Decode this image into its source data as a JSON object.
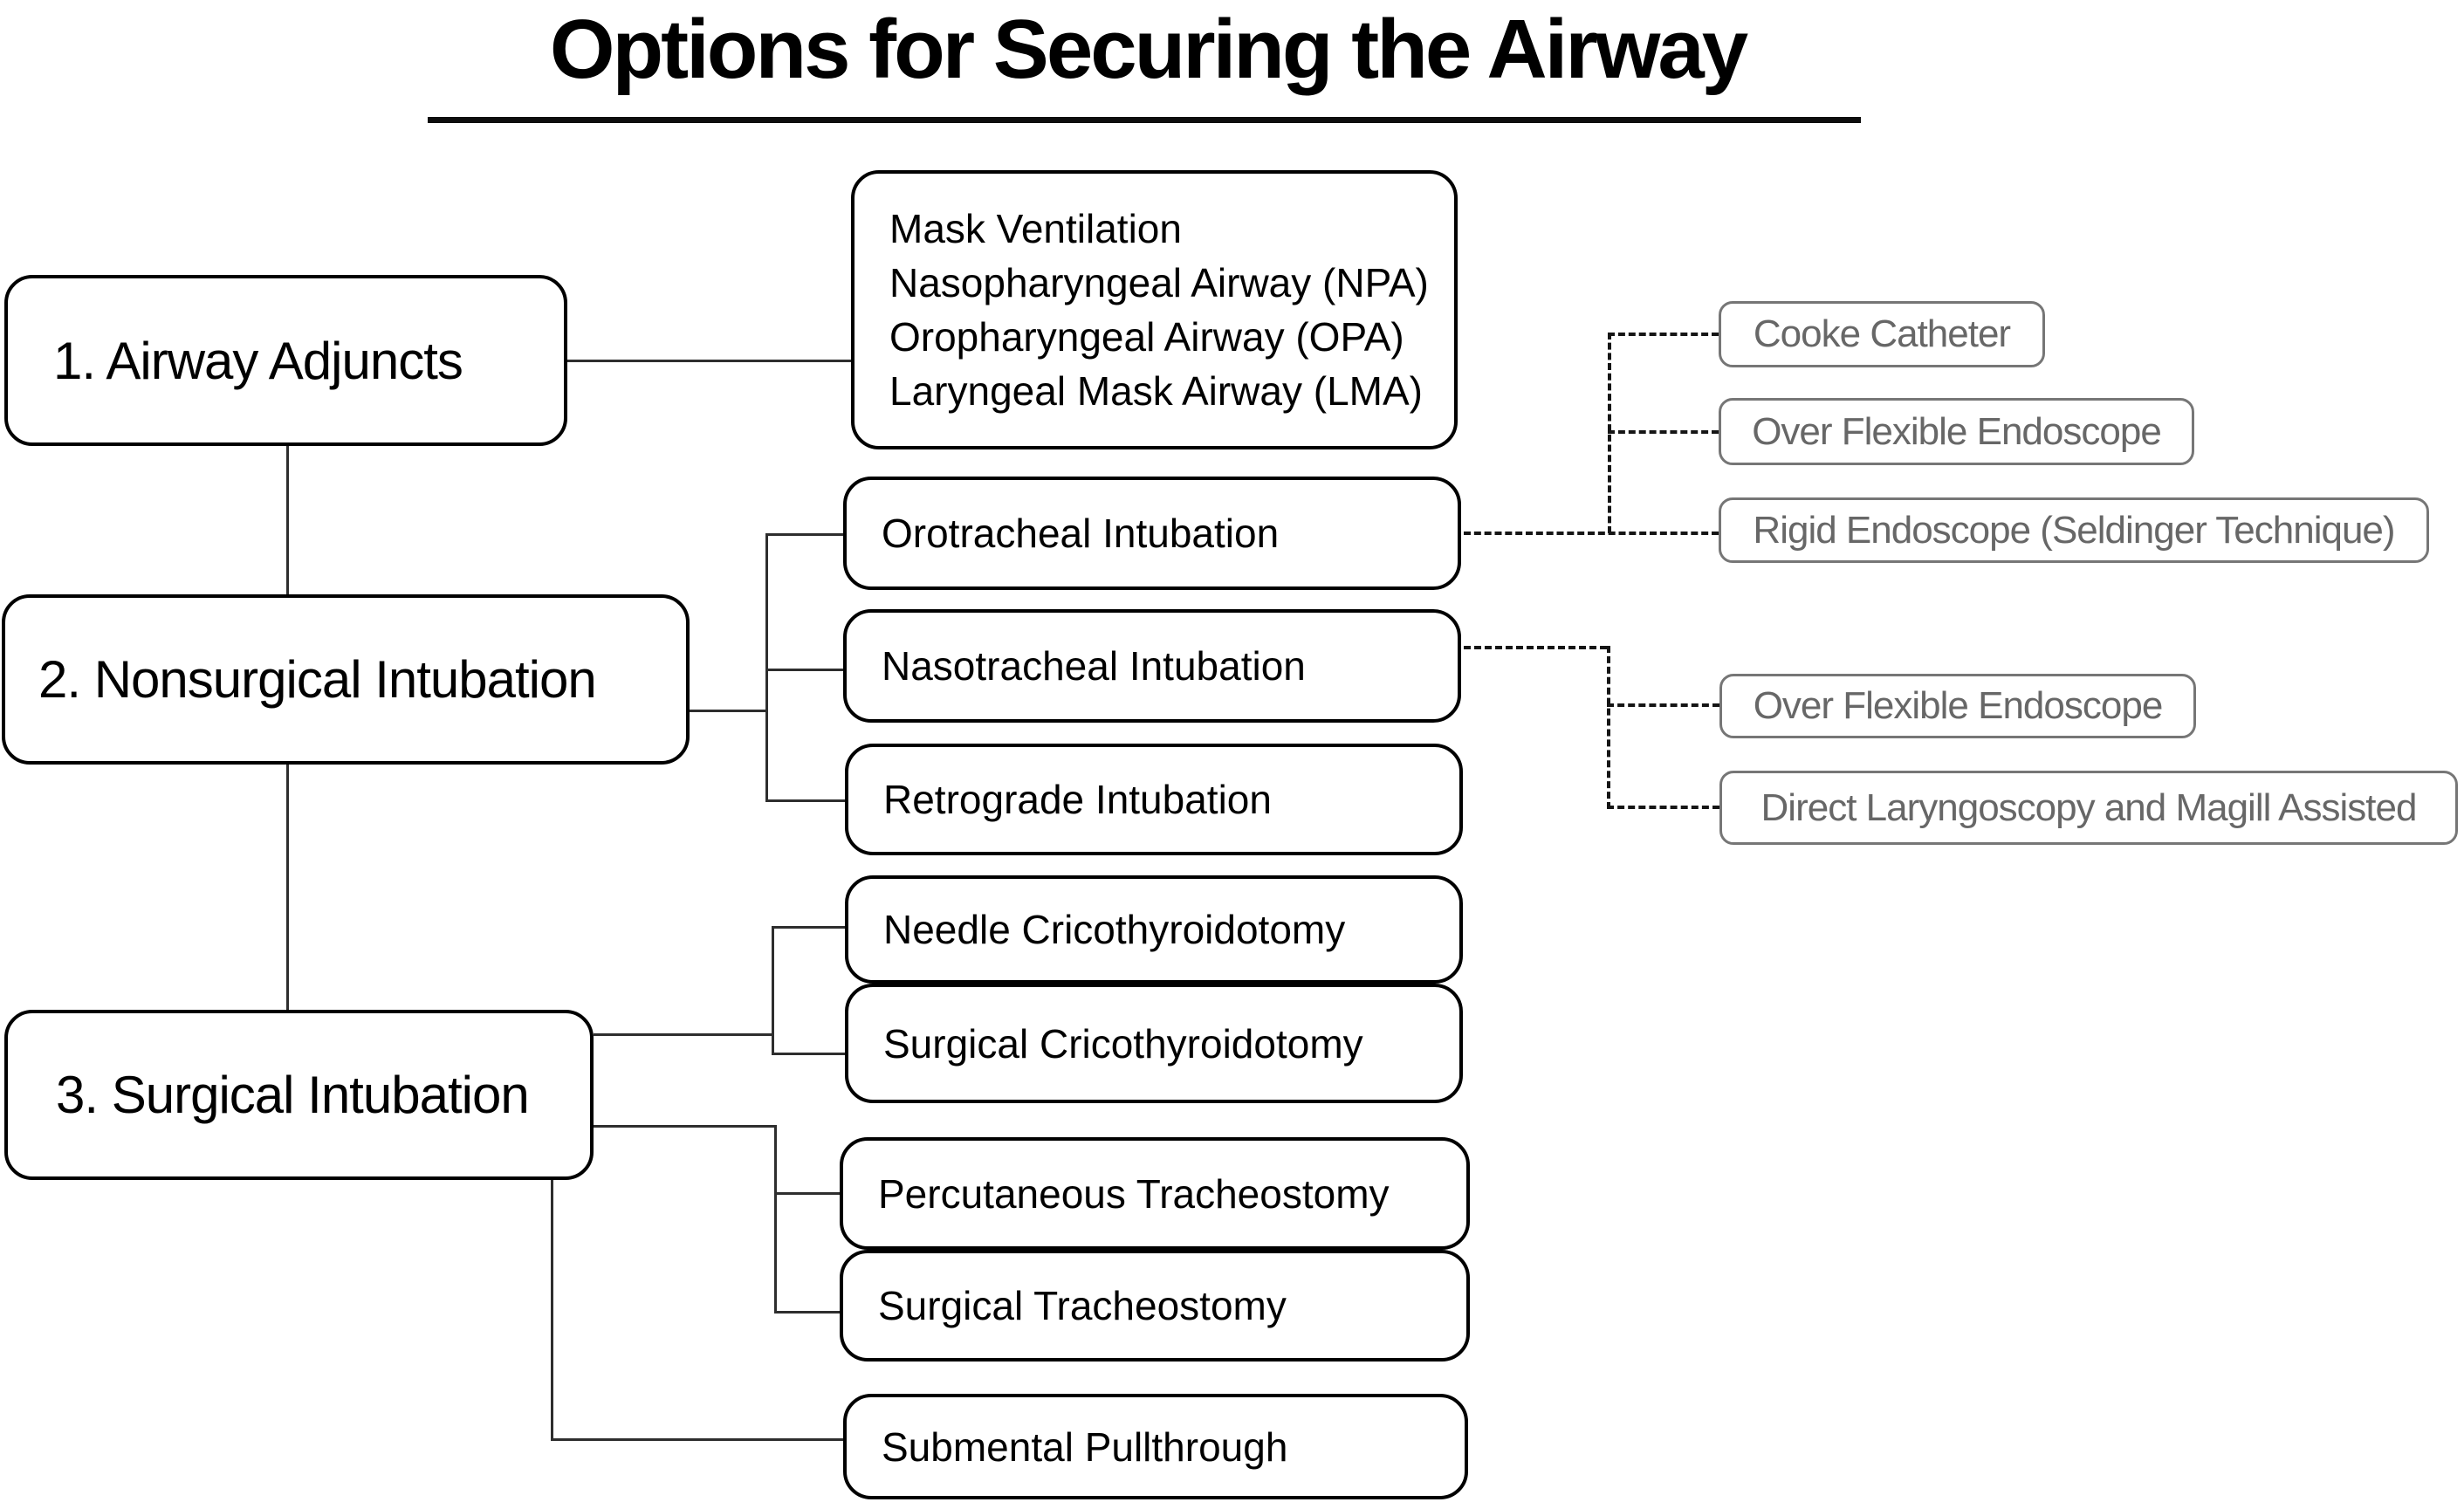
{
  "title": "Options for Securing the Airway",
  "colors": {
    "background": "#ffffff",
    "node_border": "#000000",
    "node_text": "#000000",
    "secondary_border": "#767676",
    "secondary_text": "#676767",
    "connector_solid": "#2e2e2e",
    "connector_dashed": "#151515"
  },
  "nodes": {
    "airway_adjuncts": {
      "label": "1. Airway Adjuncts"
    },
    "adjuncts_list": {
      "lines": [
        "Mask Ventilation",
        "Nasopharyngeal Airway (NPA)",
        "Oropharyngeal Airway (OPA)",
        "Laryngeal Mask Airway (LMA)"
      ]
    },
    "nonsurgical_intubation": {
      "label": "2. Nonsurgical Intubation"
    },
    "orotracheal": {
      "label": "Orotracheal Intubation"
    },
    "nasotracheal": {
      "label": "Nasotracheal Intubation"
    },
    "retrograde": {
      "label": "Retrograde Intubation"
    },
    "surgical_intubation": {
      "label": "3. Surgical Intubation"
    },
    "needle_cricothyroidotomy": {
      "label": "Needle Cricothyroidotomy"
    },
    "surgical_cricothyroidotomy": {
      "label": "Surgical Cricothyroidotomy"
    },
    "percutaneous_tracheostomy": {
      "label": "Percutaneous Tracheostomy"
    },
    "surgical_tracheostomy": {
      "label": "Surgical Tracheostomy"
    },
    "submental_pullthrough": {
      "label": "Submental Pullthrough"
    },
    "cooke_catheter": {
      "label": "Cooke Catheter"
    },
    "over_flexible_endoscope_oro": {
      "label": "Over Flexible Endoscope"
    },
    "rigid_endoscope_seldinger": {
      "label": "Rigid Endoscope (Seldinger Technique)"
    },
    "over_flexible_endoscope_naso": {
      "label": "Over Flexible Endoscope"
    },
    "direct_laryngoscopy_magill": {
      "label": "Direct Laryngoscopy and Magill Assisted"
    }
  },
  "structure": {
    "main_sequence": [
      "airway_adjuncts",
      "nonsurgical_intubation",
      "surgical_intubation"
    ],
    "solid_edges": [
      {
        "from": "airway_adjuncts",
        "to": "adjuncts_list"
      },
      {
        "from": "nonsurgical_intubation",
        "to": "orotracheal"
      },
      {
        "from": "nonsurgical_intubation",
        "to": "nasotracheal"
      },
      {
        "from": "nonsurgical_intubation",
        "to": "retrograde"
      },
      {
        "from": "surgical_intubation",
        "to": "needle_cricothyroidotomy"
      },
      {
        "from": "surgical_intubation",
        "to": "surgical_cricothyroidotomy"
      },
      {
        "from": "surgical_intubation",
        "to": "percutaneous_tracheostomy"
      },
      {
        "from": "surgical_intubation",
        "to": "surgical_tracheostomy"
      },
      {
        "from": "surgical_intubation",
        "to": "submental_pullthrough"
      }
    ],
    "dashed_edges": [
      {
        "from": "orotracheal",
        "to": "cooke_catheter"
      },
      {
        "from": "orotracheal",
        "to": "over_flexible_endoscope_oro"
      },
      {
        "from": "orotracheal",
        "to": "rigid_endoscope_seldinger"
      },
      {
        "from": "nasotracheal",
        "to": "over_flexible_endoscope_naso"
      },
      {
        "from": "nasotracheal",
        "to": "direct_laryngoscopy_magill"
      }
    ]
  }
}
